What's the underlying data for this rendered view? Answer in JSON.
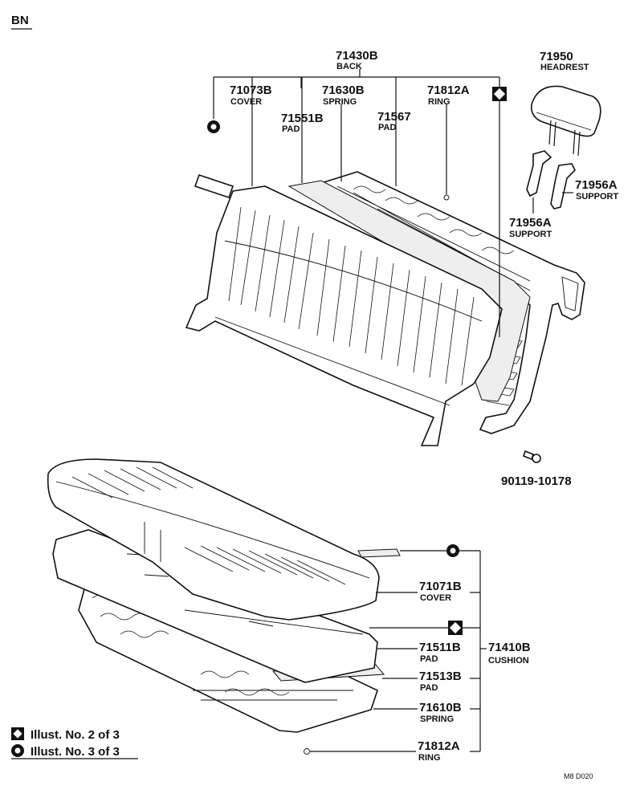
{
  "section_code": "BN",
  "drawing_code": "M8 D020",
  "legend": [
    {
      "symbol": "diamond",
      "text": "Illust. No. 2 of 3"
    },
    {
      "symbol": "circle",
      "text": "Illust. No. 3 of 3"
    }
  ],
  "parts": {
    "back": {
      "number": "71430B",
      "name": "BACK"
    },
    "back_cover": {
      "number": "71073B",
      "name": "COVER"
    },
    "back_spring": {
      "number": "71630B",
      "name": "SPRING"
    },
    "back_ring": {
      "number": "71812A",
      "name": "RING"
    },
    "back_pad": {
      "number": "71551B",
      "name": "PAD"
    },
    "back_pad2": {
      "number": "71567",
      "name": "PAD"
    },
    "headrest": {
      "number": "71950",
      "name": "HEADREST"
    },
    "support_right": {
      "number": "71956A",
      "name": "SUPPORT"
    },
    "support_left": {
      "number": "71956A",
      "name": "SUPPORT"
    },
    "bolt": {
      "number": "90119-10178"
    },
    "cushion_cover": {
      "number": "71071B",
      "name": "COVER"
    },
    "cushion_pad": {
      "number": "71511B",
      "name": "PAD"
    },
    "cushion": {
      "number": "71410B",
      "name": "CUSHION"
    },
    "cushion_pad2": {
      "number": "71513B",
      "name": "PAD"
    },
    "cushion_spring": {
      "number": "71610B",
      "name": "SPRING"
    },
    "cushion_ring": {
      "number": "71812A",
      "name": "RING"
    }
  }
}
